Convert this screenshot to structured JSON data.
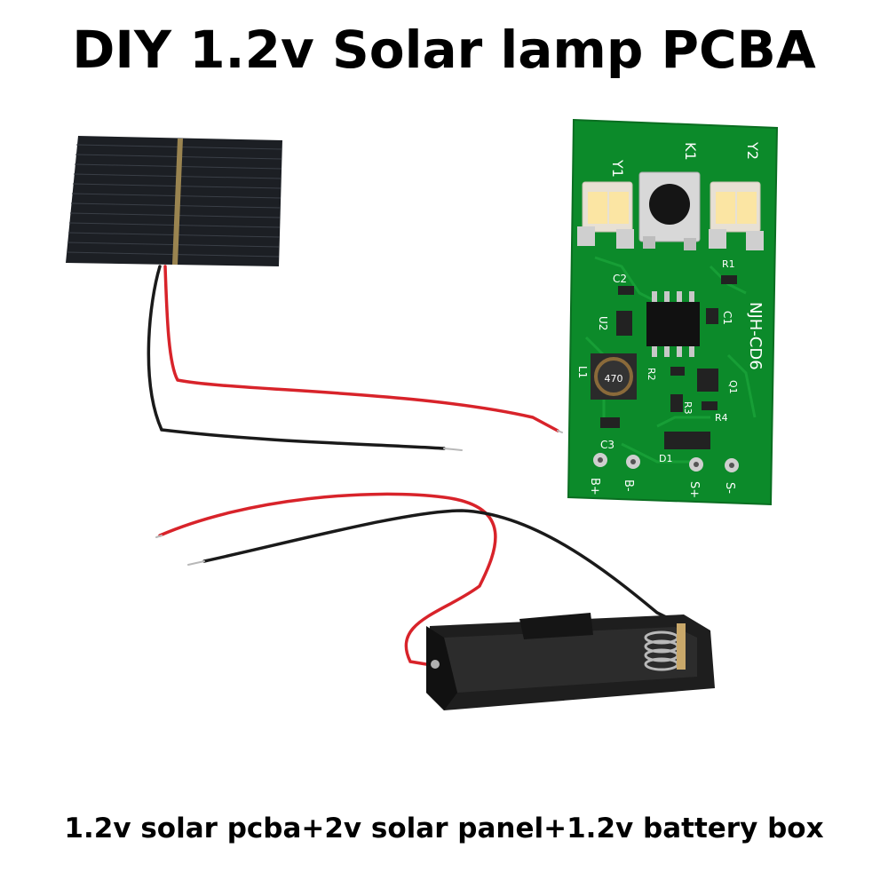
{
  "title": "DIY 1.2v Solar lamp PCBA",
  "caption": "1.2v solar pcba+2v solar panel+1.2v battery box",
  "pcb": {
    "model": "NJH-CD6",
    "labels": {
      "y1": "Y1",
      "k1": "K1",
      "y2": "Y2",
      "r1": "R1",
      "c2": "C2",
      "c1": "C1",
      "u2": "U2",
      "l1": "L1",
      "r2": "R2",
      "q1": "Q1",
      "r3": "R3",
      "r4": "R4",
      "c3": "C3",
      "d1": "D1",
      "b_plus": "B+",
      "b_minus": "B-",
      "s_plus": "S+",
      "s_minus": "S-"
    },
    "inductor_mark": "470"
  },
  "colors": {
    "pcb_green": "#0c8a2a",
    "solar_panel": "#1c1f24",
    "wire_red": "#d8232a",
    "wire_black": "#1a1a1a",
    "battery_box": "#1e1e1e"
  }
}
